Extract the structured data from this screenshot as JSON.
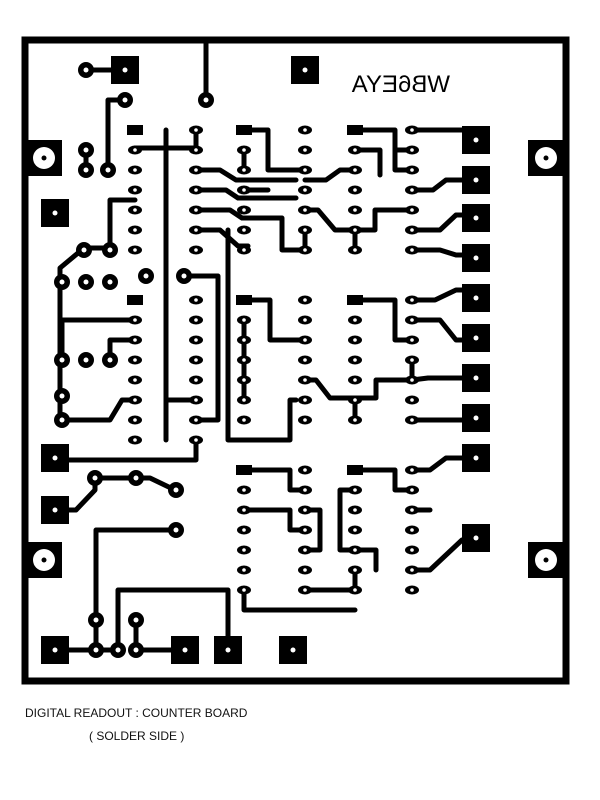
{
  "board": {
    "marking": "WB6EYA",
    "marking_mirrored": true,
    "ink_color": "#000000",
    "paper_color": "#ffffff"
  },
  "caption": {
    "title": "DIGITAL READOUT : COUNTER BOARD",
    "subtitle": "( SOLDER SIDE )"
  }
}
